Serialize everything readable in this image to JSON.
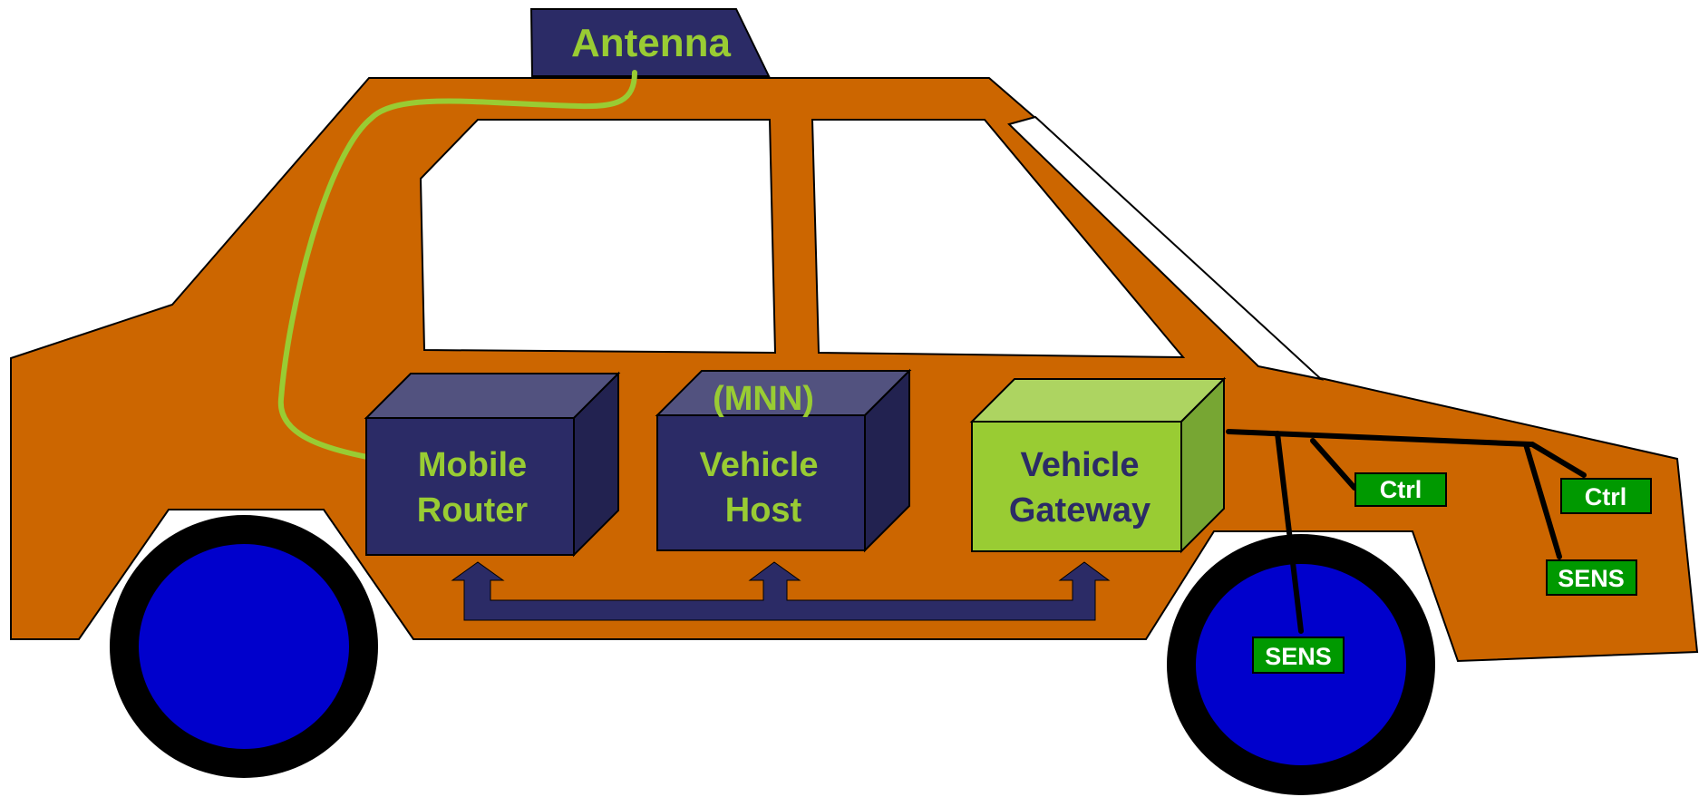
{
  "colors": {
    "body": "#CC6600",
    "navy": "#2B2B66",
    "navy_top": "#52527F",
    "navy_side": "#222250",
    "lime": "#99CC33",
    "lime_top": "#ADD461",
    "lime_side": "#77A633",
    "tag_green": "#009900",
    "wheel_blue": "#0000CC",
    "text_lime": "#99CC33",
    "text_navy": "#2B2B66",
    "text_white": "#FFFFFF"
  },
  "antenna": {
    "label": "Antenna"
  },
  "boxes": {
    "mobile_router": {
      "line1": "Mobile",
      "line2": "Router"
    },
    "vehicle_host": {
      "tag": "(MNN)",
      "line1": "Vehicle",
      "line2": "Host"
    },
    "vehicle_gateway": {
      "line1": "Vehicle",
      "line2": "Gateway"
    }
  },
  "devices": {
    "ctrl_1": "Ctrl",
    "ctrl_2": "Ctrl",
    "sens_1": "SENS",
    "sens_2": "SENS"
  }
}
